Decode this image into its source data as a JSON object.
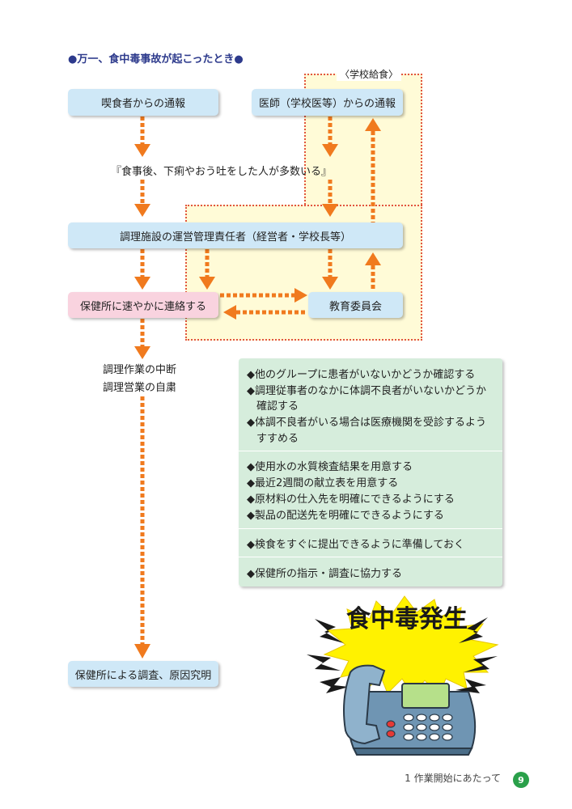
{
  "title": "●万一、食中毒事故が起こったとき●",
  "school_lunch_label": "〈学校給食〉",
  "flow": {
    "report_eater": "喫食者からの通報",
    "report_doctor": "医師（学校医等）からの通報",
    "symptom_note": "『食事後、下痢やおう吐をした人が多数いる』",
    "facility_manager": "調理施設の運営管理責任者（経営者・学校長等）",
    "contact_health_center": "保健所に速やかに連絡する",
    "board_of_education": "教育委員会",
    "suspend_work": "調理作業の中断",
    "suspend_business": "調理営業の自粛",
    "investigation": "保健所による調査、原因究明"
  },
  "checklist": {
    "section1": [
      "◆他のグループに患者がいないかどうか確認する",
      "◆調理従事者のなかに体調不良者がいないかどうか",
      "確認する",
      "◆体調不良者がいる場合は医療機関を受診するよう",
      "すすめる"
    ],
    "section2": [
      "◆使用水の水質検査結果を用意する",
      "◆最近2週間の献立表を用意する",
      "◆原材料の仕入先を明確にできるようにする",
      "◆製品の配送先を明確にできるようにする"
    ],
    "section3": [
      "◆検食をすぐに提出できるように準備しておく"
    ],
    "section4": [
      "◆保健所の指示・調査に協力する"
    ]
  },
  "illustration": {
    "caption": "食中毒発生",
    "icon": "telephone-icon"
  },
  "footer": {
    "chapter": "1 作業開始にあたって",
    "page": "9"
  },
  "colors": {
    "arrow": "#f07a1e",
    "box_blue": "#cfe8f7",
    "box_pink": "#f9d3df",
    "panel_green": "#d6eddc",
    "zone_yellow": "#fffbd7",
    "zone_border": "#e2553e"
  }
}
